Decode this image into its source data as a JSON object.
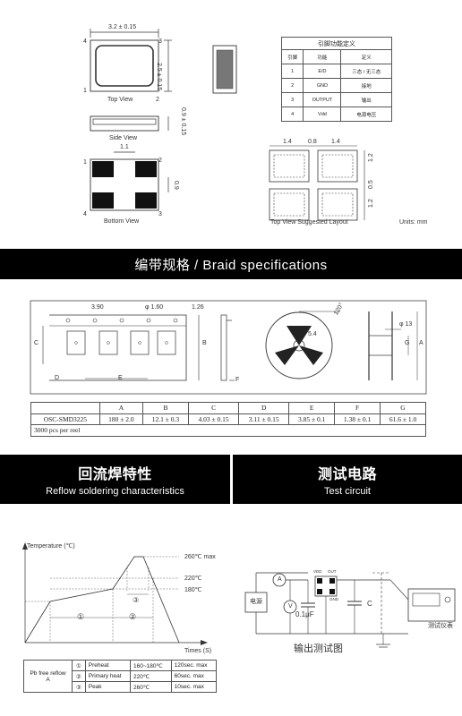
{
  "drawing": {
    "top_width_dim": "3.2 ± 0.15",
    "top_height_dim": "2.5 ± 0.15",
    "top_view_label": "Top View",
    "side_view_label": "Side View",
    "side_height_dim": "0.9 ± 0.15",
    "bottom_pad_width": "1.1",
    "bottom_pad_height": "0.9",
    "bottom_view_label": "Bottom  View",
    "pin_labels": [
      "1",
      "2",
      "3",
      "4"
    ],
    "layout_dims_top": [
      "1.4",
      "0.8",
      "1.4"
    ],
    "layout_dims_side": [
      "1.2",
      "0.5",
      "1.2"
    ],
    "layout_label": "Top View Suggested Layout",
    "units_label": "Units: mm"
  },
  "pin_table": {
    "caption": "引脚功能定义",
    "headers": [
      "引脚",
      "功能",
      "定义"
    ],
    "rows": [
      [
        "1",
        "E/D",
        "三态 / 无三态"
      ],
      [
        "2",
        "GND",
        "接地"
      ],
      [
        "3",
        "OUTPUT",
        "输出"
      ],
      [
        "4",
        "Vdd",
        "电源电压"
      ]
    ]
  },
  "braid_banner": "编带规格 / Braid specifications",
  "tape": {
    "pitch": "3.90",
    "hole": "φ 1.60",
    "thickness": "1.26",
    "letters": [
      "A",
      "B",
      "C",
      "D",
      "E",
      "F",
      "G"
    ],
    "reel_angle": "120°",
    "reel_hub": "5.4",
    "reel_hole": "φ 13"
  },
  "braid_table": {
    "headers": [
      "",
      "A",
      "B",
      "C",
      "D",
      "E",
      "F",
      "G"
    ],
    "row": [
      "OSC-SMD3225",
      "180 ± 2.0",
      "12.1 ± 0.3",
      "4.03 ± 0.15",
      "3.11 ± 0.15",
      "3.85 ± 0.1",
      "1.38 ± 0.1",
      "61.6 ± 1.0"
    ],
    "note": "3000 pcs per reel"
  },
  "reflow_banner": {
    "title_cn": "回流焊特性",
    "title_en": "Reflow soldering characteristics"
  },
  "test_banner": {
    "title_cn": "测试电路",
    "title_en": "Test circuit"
  },
  "reflow_chart": {
    "y_label": "Temperature (℃)",
    "x_label": "Times (S)",
    "temp_labels": [
      "260℃ max",
      "220℃",
      "180℃"
    ],
    "zone_labels": [
      "①",
      "②",
      "③"
    ]
  },
  "reflow_table": {
    "group_label": "Pb free reflow",
    "group_sub": "A",
    "rows": [
      [
        "①",
        "Preheat",
        "160~180℃",
        "120sec. max"
      ],
      [
        "②",
        "Primary heat",
        "220℃",
        "60sec. max"
      ],
      [
        "③",
        "Peak",
        "260℃",
        "10sec. max"
      ]
    ]
  },
  "test_circuit": {
    "power_label": "电源",
    "a_label": "A",
    "v_label": "V",
    "cap_label": "0.1μF",
    "c_label": "C",
    "chip_labels": [
      "VDD",
      "OUT",
      "GND"
    ],
    "instrument_label": "测试仪表",
    "caption": "输出测试图"
  }
}
